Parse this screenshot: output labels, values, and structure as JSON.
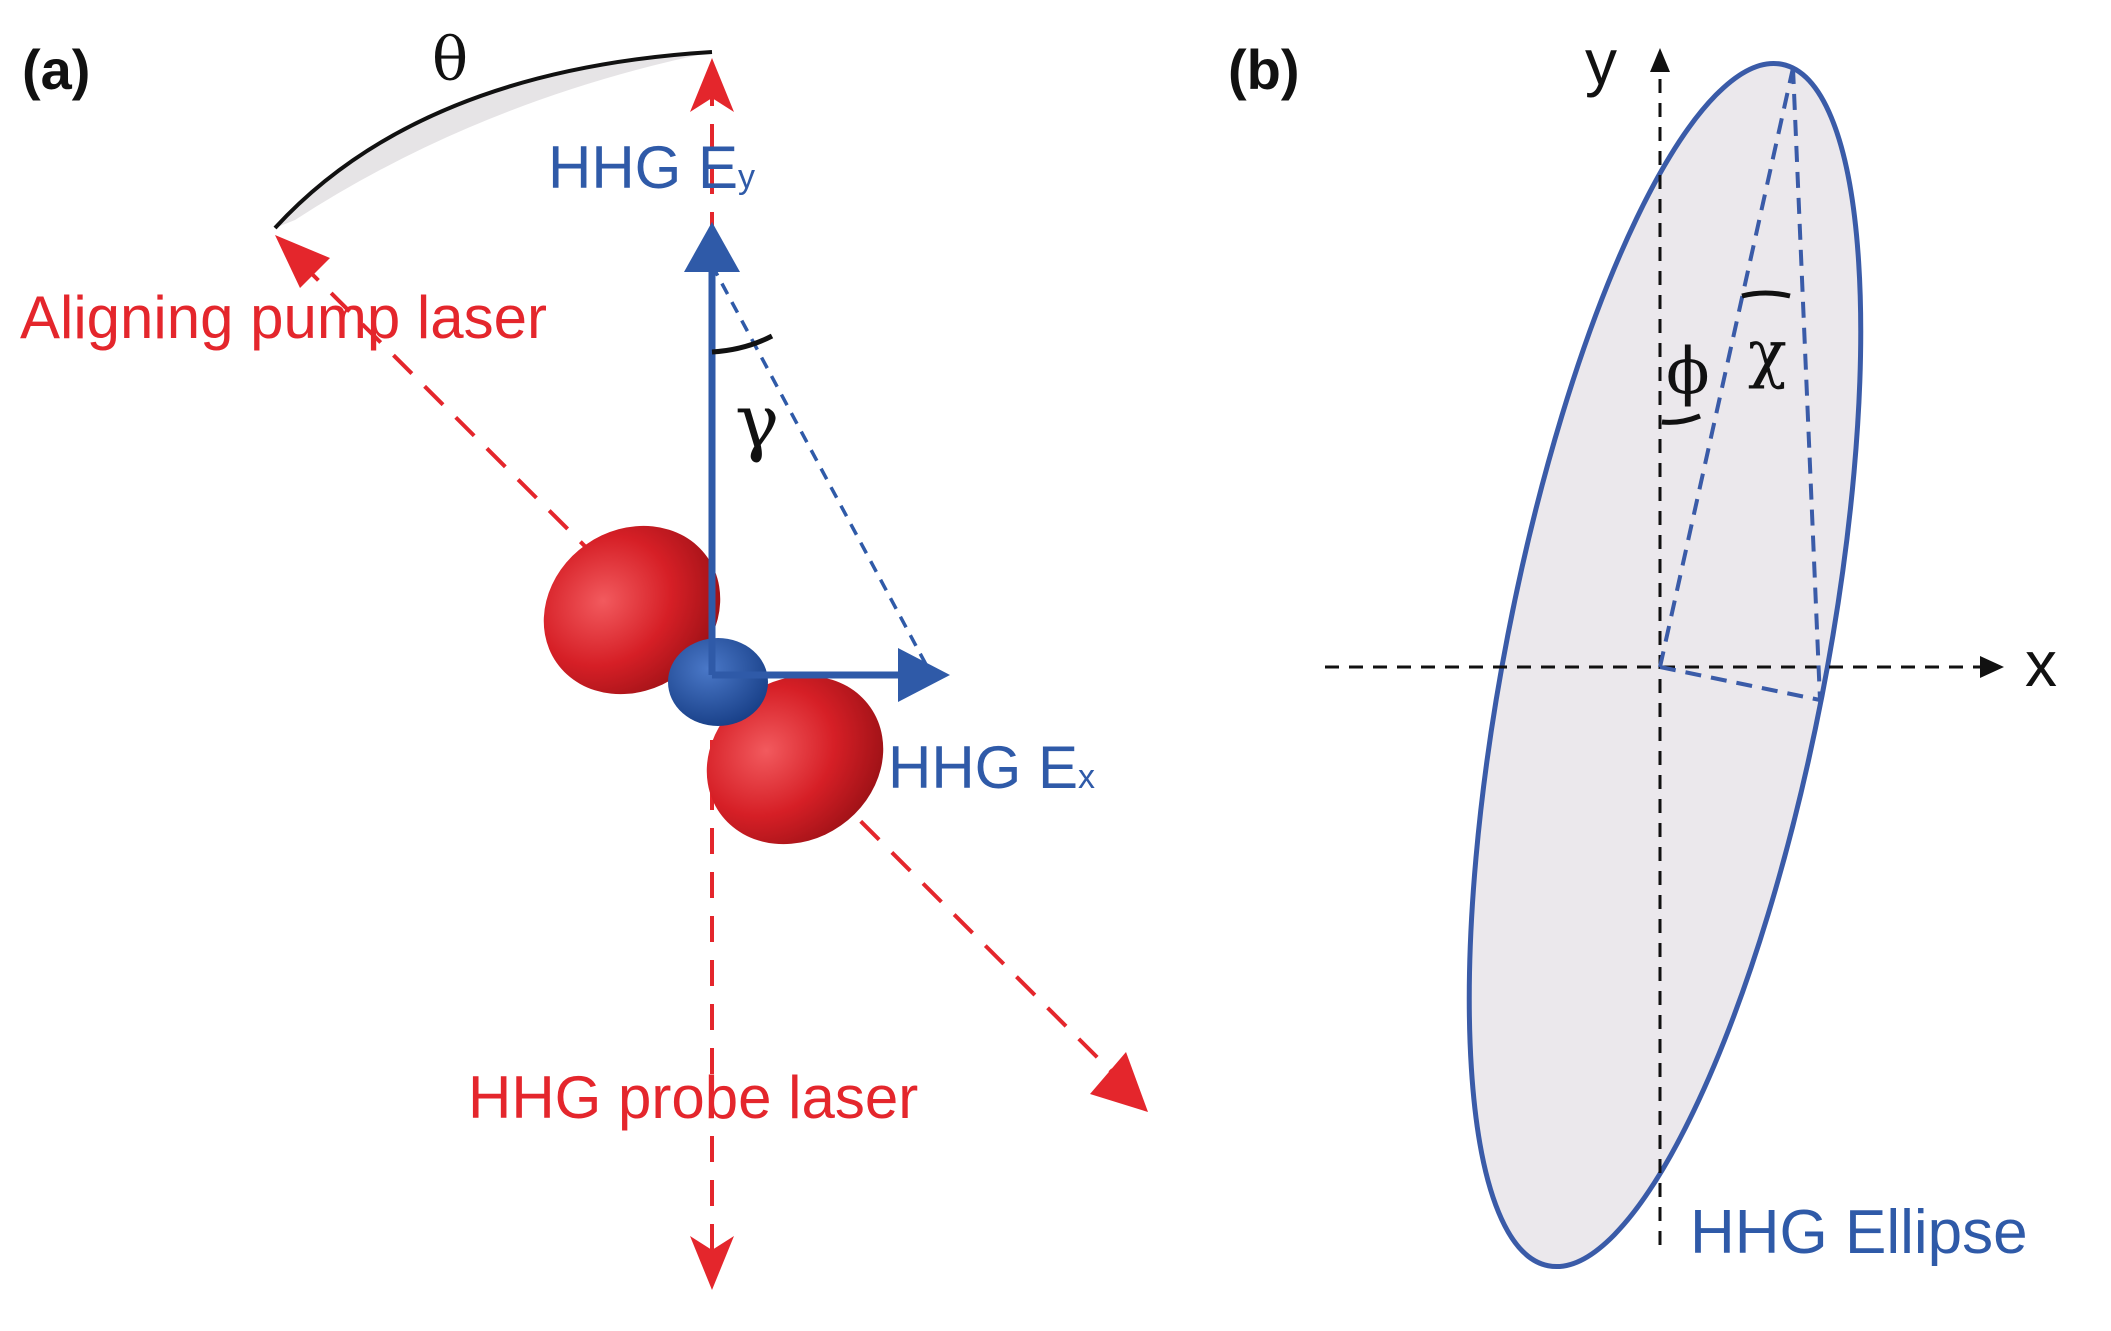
{
  "panel_a": {
    "label": "(a)",
    "theta": "θ",
    "gamma": "γ",
    "pump_label": "Aligning pump laser",
    "probe_label": "HHG probe laser",
    "ey_main": "HHG E",
    "ey_sub": "y",
    "ex_main": "HHG E",
    "ex_sub": "x"
  },
  "panel_b": {
    "label": "(b)",
    "y_axis": "y",
    "x_axis": "x",
    "phi": "ϕ",
    "chi": "χ",
    "ellipse_label": "HHG Ellipse"
  },
  "colors": {
    "laser_red": "#e4262c",
    "field_blue": "#2f5aa8",
    "ellipse_fill": "#ebe8ec",
    "orbital_red": "#d61f26",
    "orbital_blue": "#1f4fa0"
  }
}
